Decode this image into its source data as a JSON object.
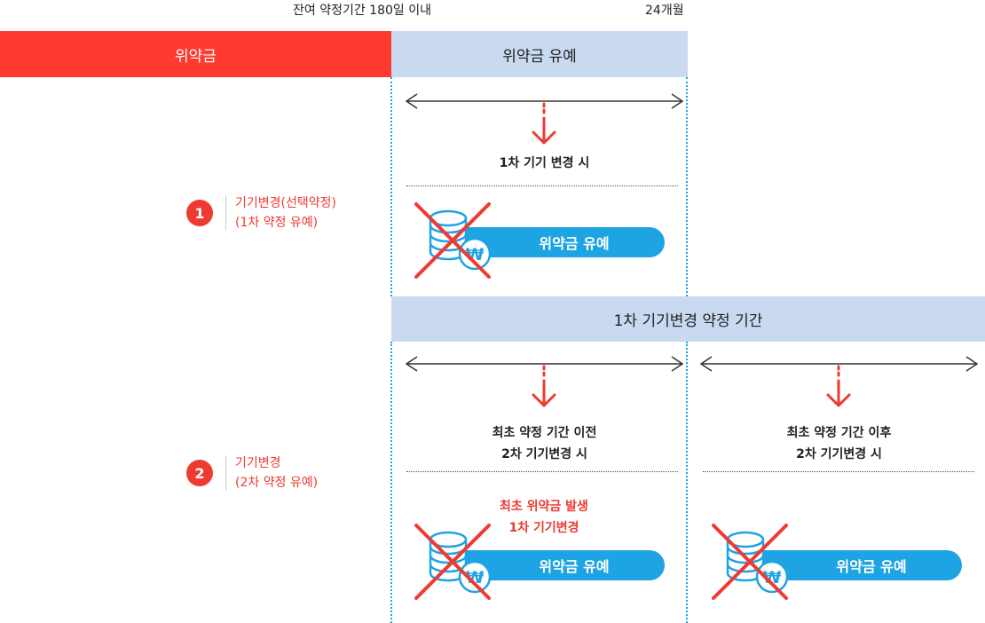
{
  "top": {
    "remaining_label": "잔여 약정기간 180일 이내",
    "months_label": "24개월"
  },
  "bands": {
    "penalty": "위약금",
    "penalty_grace": "위약금 유예",
    "first_change_period": "1차 기기변경 약정 기간"
  },
  "rows": [
    {
      "number": "1",
      "label_line1": "기기변경(선택약정)",
      "label_line2": "(1차 약정 유예)"
    },
    {
      "number": "2",
      "label_line1": "기기변경",
      "label_line2": "(2차 약정 유예)"
    }
  ],
  "steps": {
    "first_change": "1차 기기 변경 시",
    "before_line1": "최초 약정 기간 이전",
    "before_line2": "2차 기기변경 시",
    "after_line1": "최초 약정 기간 이후",
    "after_line2": "2차 기기변경 시"
  },
  "notes": {
    "original_penalty_line1": "최초 위약금 발생",
    "original_penalty_line2": "1차 기기변경"
  },
  "pills": {
    "grace_label": "위약금 유예",
    "currency_symbol": "₩"
  },
  "colors": {
    "red": "#ff3b2f",
    "blue": "#1ea3e3",
    "light_blue": "#c9daf0"
  }
}
